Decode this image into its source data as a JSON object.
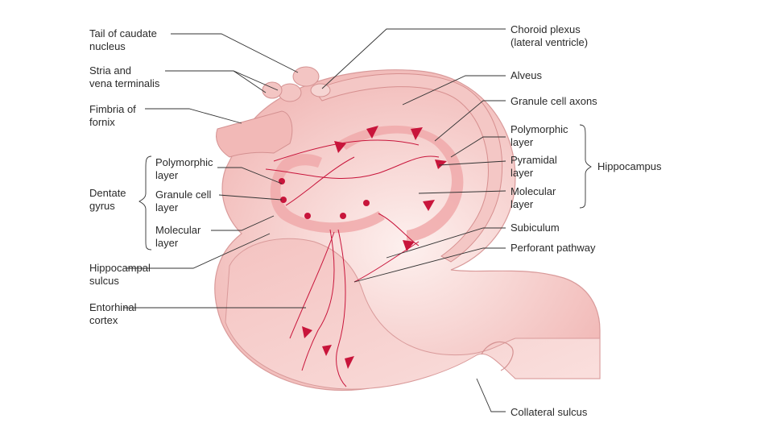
{
  "labels": {
    "tail_caudate": [
      "Tail of caudate",
      "nucleus"
    ],
    "stria": [
      "Stria and",
      "vena terminalis"
    ],
    "fimbria": [
      "Fimbria of",
      "fornix"
    ],
    "dentate_gyrus": [
      "Dentate",
      "gyrus"
    ],
    "dg_polymorphic": [
      "Polymorphic",
      "layer"
    ],
    "dg_granule": [
      "Granule cell",
      "layer"
    ],
    "dg_molecular": [
      "Molecular",
      "layer"
    ],
    "hippocampal_sulcus": [
      "Hippocampal",
      "sulcus"
    ],
    "entorhinal": [
      "Entorhinal",
      "cortex"
    ],
    "choroid": [
      "Choroid plexus",
      "(lateral ventricle)"
    ],
    "alveus": [
      "Alveus"
    ],
    "granule_axons": [
      "Granule cell axons"
    ],
    "hc_polymorphic": [
      "Polymorphic",
      "layer"
    ],
    "hc_pyramidal": [
      "Pyramidal",
      "layer"
    ],
    "hc_molecular": [
      "Molecular",
      "layer"
    ],
    "hippocampus": [
      "Hippocampus"
    ],
    "subiculum": [
      "Subiculum"
    ],
    "perforant": [
      "Perforant pathway"
    ],
    "collateral": [
      "Collateral sulcus"
    ]
  },
  "colors": {
    "tissue_light": "#fbe3e1",
    "tissue_mid": "#f3bfbd",
    "tissue_dark": "#e9a3a3",
    "neuron": "#c8153b",
    "leader": "#333333"
  }
}
